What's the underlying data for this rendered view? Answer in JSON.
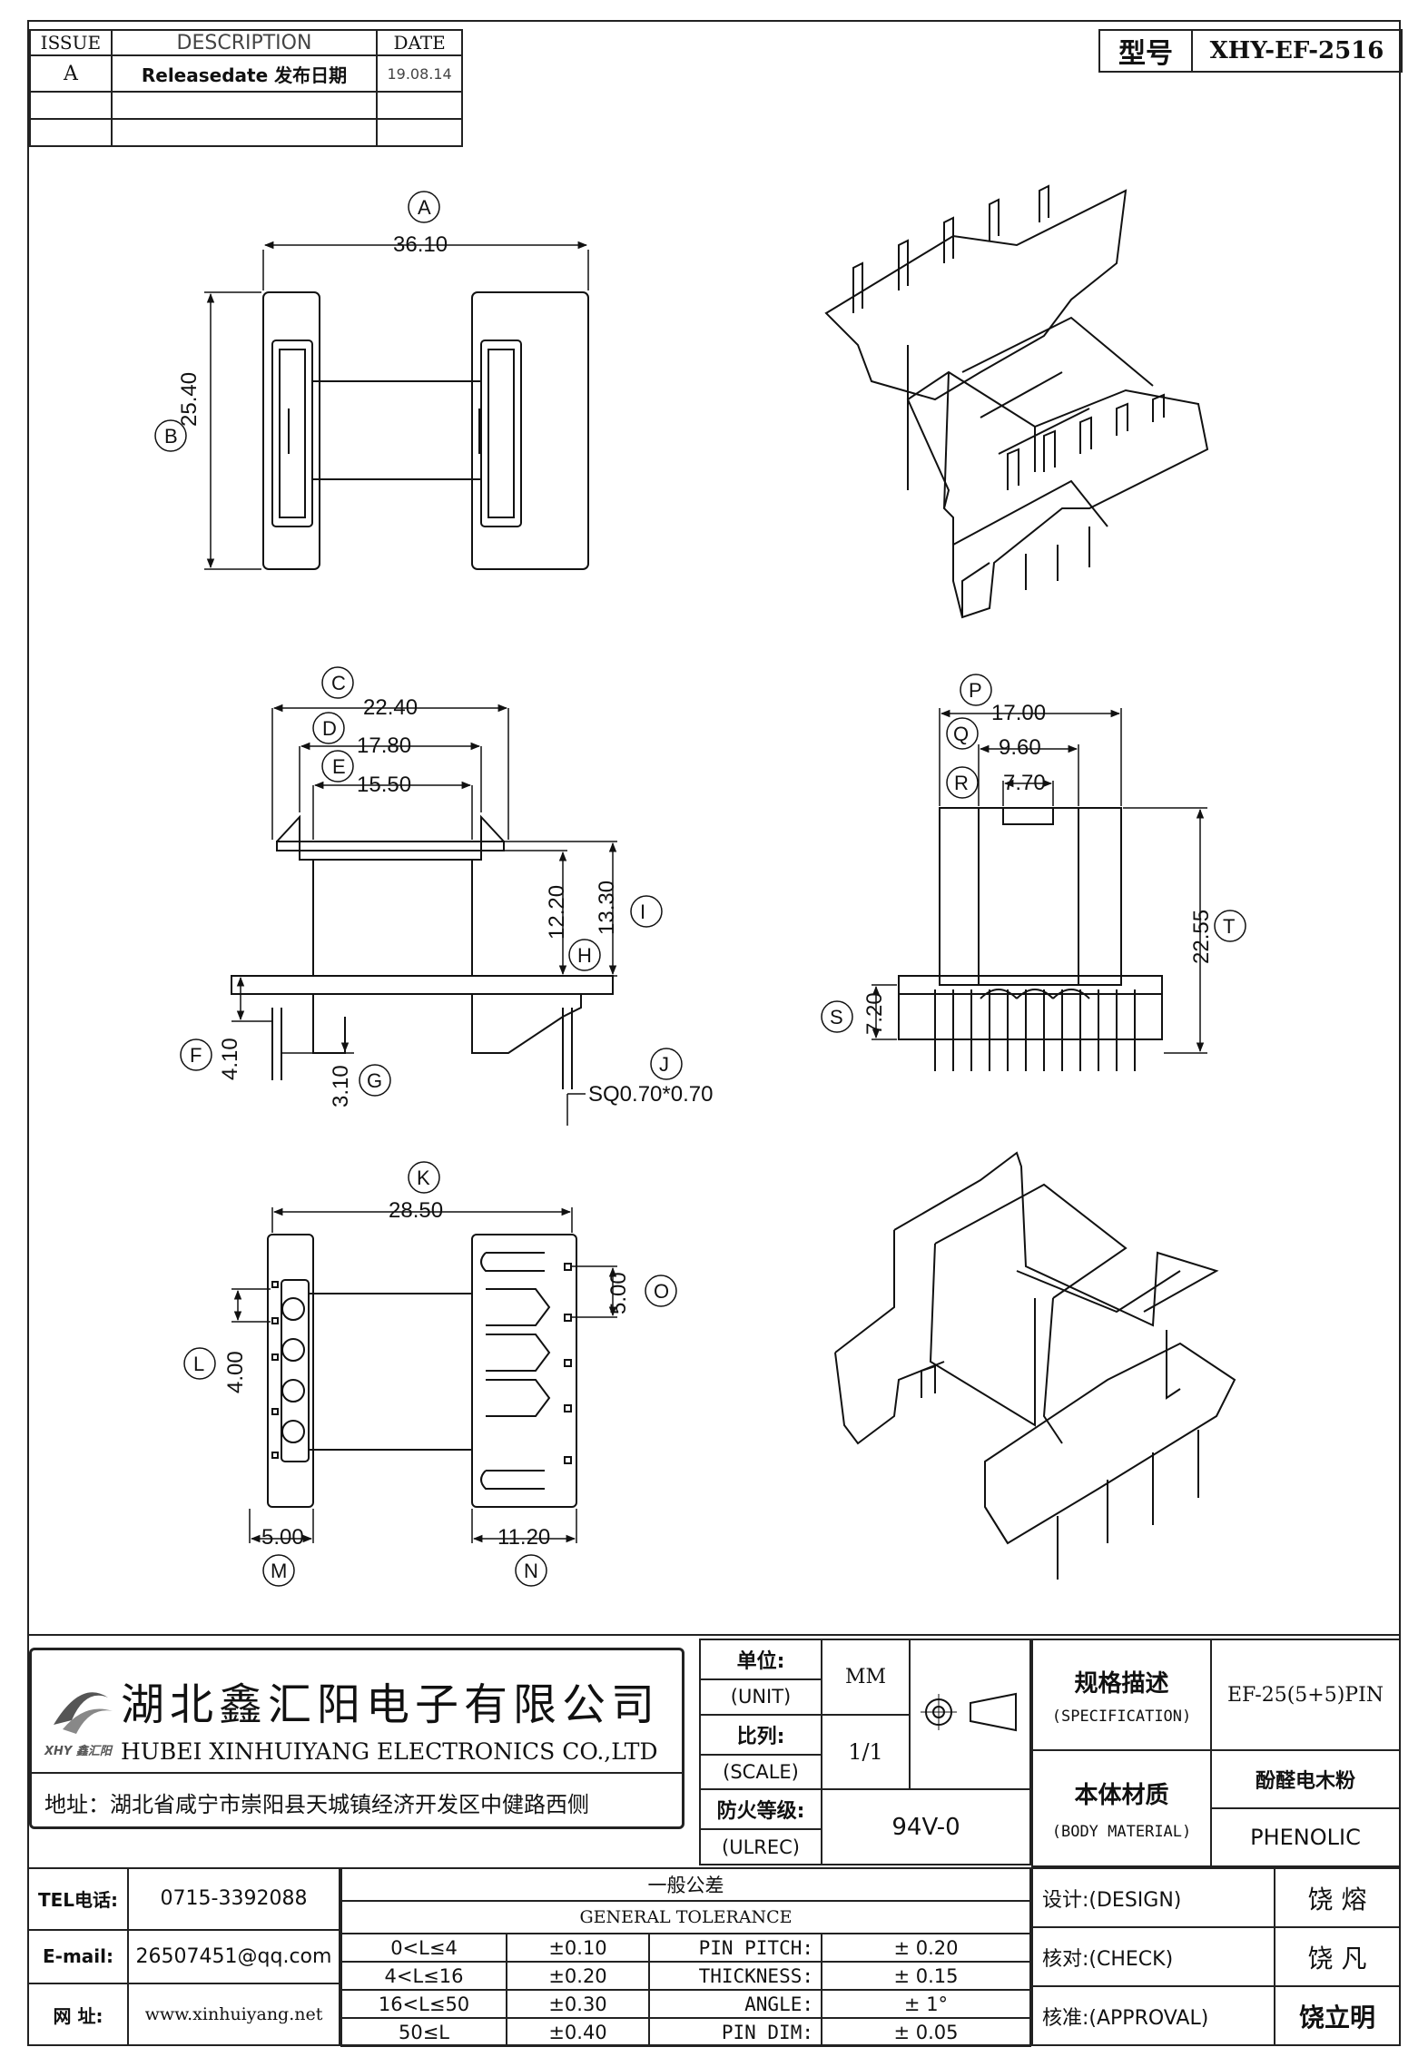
{
  "revision_table": {
    "headers": [
      "ISSUE",
      "DESCRIPTION",
      "DATE"
    ],
    "rows": [
      {
        "issue": "A",
        "description": "Releasedate 发布日期",
        "date": "19.08.14"
      },
      {
        "issue": "",
        "description": "",
        "date": ""
      },
      {
        "issue": "",
        "description": "",
        "date": ""
      }
    ]
  },
  "part_box": {
    "label": "型号",
    "value": "XHY-EF-2516"
  },
  "dimensions": {
    "A": "36.10",
    "B": "25.40",
    "C": "22.40",
    "D": "17.80",
    "E": "15.50",
    "F": "4.10",
    "G": "3.10",
    "H": "12.20",
    "I": "13.30",
    "J": "SQ0.70*0.70",
    "K": "28.50",
    "L": "4.00",
    "M": "5.00",
    "N": "11.20",
    "O": "5.00",
    "P": "17.00",
    "Q": "9.60",
    "R": "7.70",
    "S": "7.20",
    "T": "22.55"
  },
  "company": {
    "name_cn": "湖北鑫汇阳电子有限公司",
    "name_en": "HUBEI XINHUIYANG ELECTRONICS CO.,LTD",
    "logo_text": "XHY 鑫汇阳",
    "address": "地址：湖北省咸宁市崇阳县天城镇经济开发区中健路西侧"
  },
  "title_block": {
    "unit_label": "单位:",
    "unit_label_en": "(UNIT)",
    "unit_value": "MM",
    "scale_label": "比列:",
    "scale_label_en": "(SCALE)",
    "scale_value": "1/1",
    "fire_label": "防火等级:",
    "fire_label_en": "(ULREC)",
    "fire_value": "94V-0",
    "spec_label": "规格描述",
    "spec_label_en": "(SPECIFICATION)",
    "spec_value": "EF-25(5+5)PIN",
    "material_label": "本体材质",
    "material_label_en": "(BODY MATERIAL)",
    "material_value_cn": "酚醛电木粉",
    "material_value_en": "PHENOLIC"
  },
  "contact": {
    "tel_label": "TEL电话:",
    "tel": "0715-3392088",
    "email_label": "E-mail:",
    "email": "26507451@qq.com",
    "web_label": "网  址:",
    "web": "www.xinhuiyang.net"
  },
  "tolerance": {
    "title_cn": "一般公差",
    "title_en": "GENERAL TOLERANCE",
    "rows": [
      {
        "range": "0<L≤4",
        "tol": "±0.10",
        "item": "PIN PITCH:",
        "val": "±  0.20"
      },
      {
        "range": "4<L≤16",
        "tol": "±0.20",
        "item": "THICKNESS:",
        "val": "±  0.15"
      },
      {
        "range": "16<L≤50",
        "tol": "±0.30",
        "item": "ANGLE:",
        "val": "±  1°"
      },
      {
        "range": "50≤L",
        "tol": "±0.40",
        "item": "PIN DIM:",
        "val": "±  0.05"
      }
    ]
  },
  "signatures": {
    "design_label": "设计:(DESIGN)",
    "design_name": "饶  熔",
    "check_label": "核对:(CHECK)",
    "check_name": "饶  凡",
    "approval_label": "核准:(APPROVAL)",
    "approval_name": "饶立明"
  }
}
